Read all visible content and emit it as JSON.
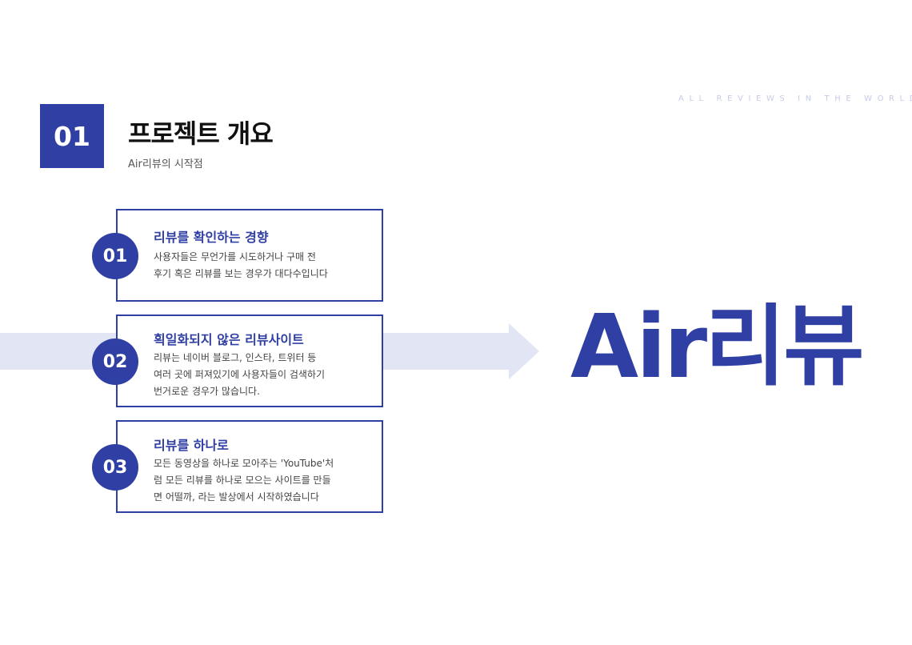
{
  "header": {
    "tagline": "ALL REVIEWS IN THE WORLD",
    "section_number": "01",
    "title": "프로젝트 개요",
    "subtitle": "Air리뷰의 시작점"
  },
  "brand": {
    "name": "Air리뷰"
  },
  "cards": [
    {
      "number": "01",
      "title": "리뷰를 확인하는 경향",
      "lines": [
        "사용자들은 무언가를 시도하거나 구매 전",
        "후기 혹은 리뷰를 보는 경우가 대다수입니다"
      ]
    },
    {
      "number": "02",
      "title": "획일화되지 않은 리뷰사이트",
      "lines": [
        "리뷰는 네이버 블로그, 인스타, 트위터 등",
        "여러 곳에 퍼져있기에 사용자들이 검색하기",
        "번거로운 경우가 많습니다."
      ]
    },
    {
      "number": "03",
      "title": "리뷰를 하나로",
      "lines": [
        "모든 동영상을 하나로 모아주는 'YouTube'처",
        "럼 모든 리뷰를 하나로 모으는 사이트를 만들",
        "면 어떨까, 라는 발상에서 시작하였습니다"
      ]
    }
  ],
  "colors": {
    "accent": "#2f3fa3",
    "band": "#e2e5f3"
  }
}
